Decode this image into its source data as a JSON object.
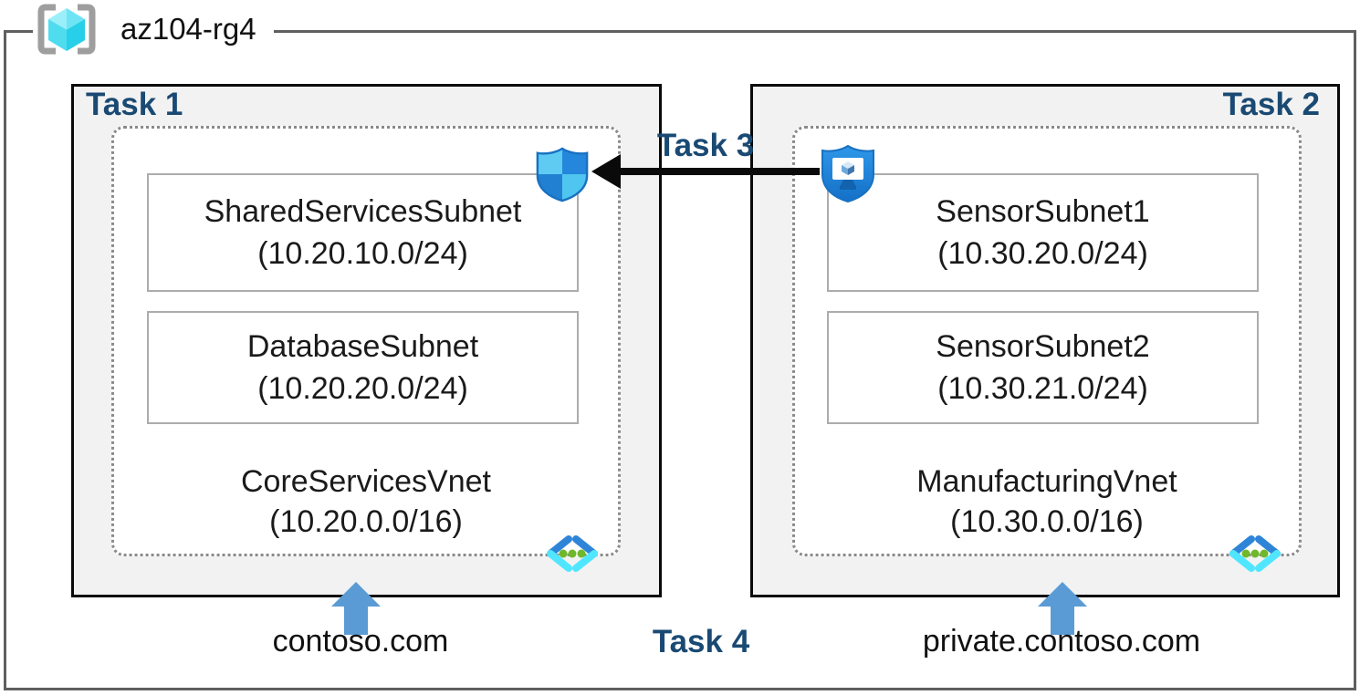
{
  "resource_group": {
    "name": "az104-rg4"
  },
  "labels": {
    "task1": "Task 1",
    "task2": "Task 2",
    "task3": "Task 3",
    "task4": "Task 4"
  },
  "vnets": {
    "left": {
      "name": "CoreServicesVnet",
      "cidr": "(10.20.0.0/16)",
      "dns_zone": "contoso.com",
      "subnets": [
        {
          "name": "SharedServicesSubnet",
          "cidr": "(10.20.10.0/24)"
        },
        {
          "name": "DatabaseSubnet",
          "cidr": "(10.20.20.0/24)"
        }
      ]
    },
    "right": {
      "name": "ManufacturingVnet",
      "cidr": "(10.30.0.0/16)",
      "dns_zone": "private.contoso.com",
      "subnets": [
        {
          "name": "SensorSubnet1",
          "cidr": "(10.30.20.0/24)"
        },
        {
          "name": "SensorSubnet2",
          "cidr": "(10.30.21.0/24)"
        }
      ]
    }
  },
  "icons": {
    "resource_group": "resource-group-icon",
    "left_shield": "network-security-group-shield-icon",
    "right_shield": "bastion-shield-icon",
    "vnet": "virtual-network-icon",
    "up_arrow": "up-arrow-icon",
    "peering_arrow": "left-arrow"
  },
  "colors": {
    "task_label": "#1A4A73",
    "panel_fill": "#F2F2F2",
    "panel_border": "#0A0A0A",
    "outer_border": "#5F5F5F",
    "subnet_border": "#ACACAC",
    "dotted_border": "#8A8A8A",
    "arrow_black": "#0A0A0A",
    "arrow_blue": "#5B9BD5",
    "azure_blue": "#2E85D8",
    "azure_cyan": "#50E6FF",
    "dot_green": "#6FB82C"
  }
}
